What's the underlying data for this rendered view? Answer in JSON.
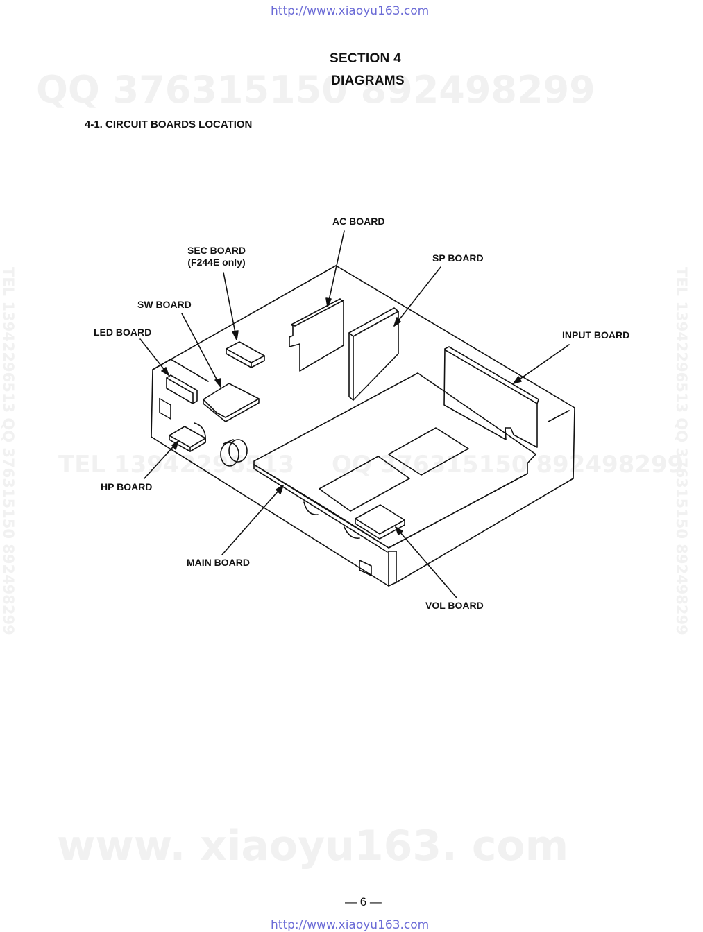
{
  "header_url": "http://www.xiaoyu163.com",
  "footer_url": "http://www.xiaoyu163.com",
  "section": "SECTION  4",
  "section_title": "DIAGRAMS",
  "subsection": "4-1.  CIRCUIT BOARDS LOCATION",
  "watermarks": {
    "qq_top": "QQ 376315150   892498299",
    "tel_mid_left": "TEL 13942296513",
    "qq_mid_right": "QQ 376315150  892498299",
    "side_vertical": "TEL 13942296513  QQ 376315150  892498299",
    "bottom": "www. xiaoyu163. com"
  },
  "labels": {
    "ac": "AC BOARD",
    "sec_line1": "SEC BOARD",
    "sec_line2": "(F244E only)",
    "sp": "SP BOARD",
    "sw": "SW BOARD",
    "led": "LED BOARD",
    "input": "INPUT BOARD",
    "hp": "HP BOARD",
    "main": "MAIN BOARD",
    "vol": "VOL BOARD"
  },
  "page_number": "— 6 —"
}
